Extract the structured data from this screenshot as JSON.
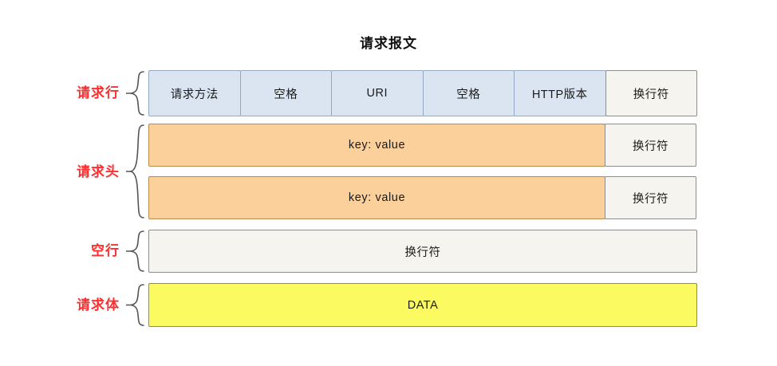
{
  "title": "请求报文",
  "colors": {
    "label_red": "#ff2d2d",
    "request_line_fill": "#dbe5f1",
    "header_fill": "#fcd09b",
    "crlf_fill": "#f6f4ee",
    "body_fill": "#fbfb61",
    "text": "#1a1a1a",
    "background": "#ffffff"
  },
  "sections": [
    {
      "label": "请求行",
      "cells": [
        "请求方法",
        "空格",
        "URI",
        "空格",
        "HTTP版本",
        "换行符"
      ]
    },
    {
      "label": "请求头",
      "rows": [
        {
          "content": "key: value",
          "crlf": "换行符"
        },
        {
          "content": "key: value",
          "crlf": "换行符"
        }
      ]
    },
    {
      "label": "空行",
      "cells": [
        "换行符"
      ]
    },
    {
      "label": "请求体",
      "cells": [
        "DATA"
      ]
    }
  ]
}
